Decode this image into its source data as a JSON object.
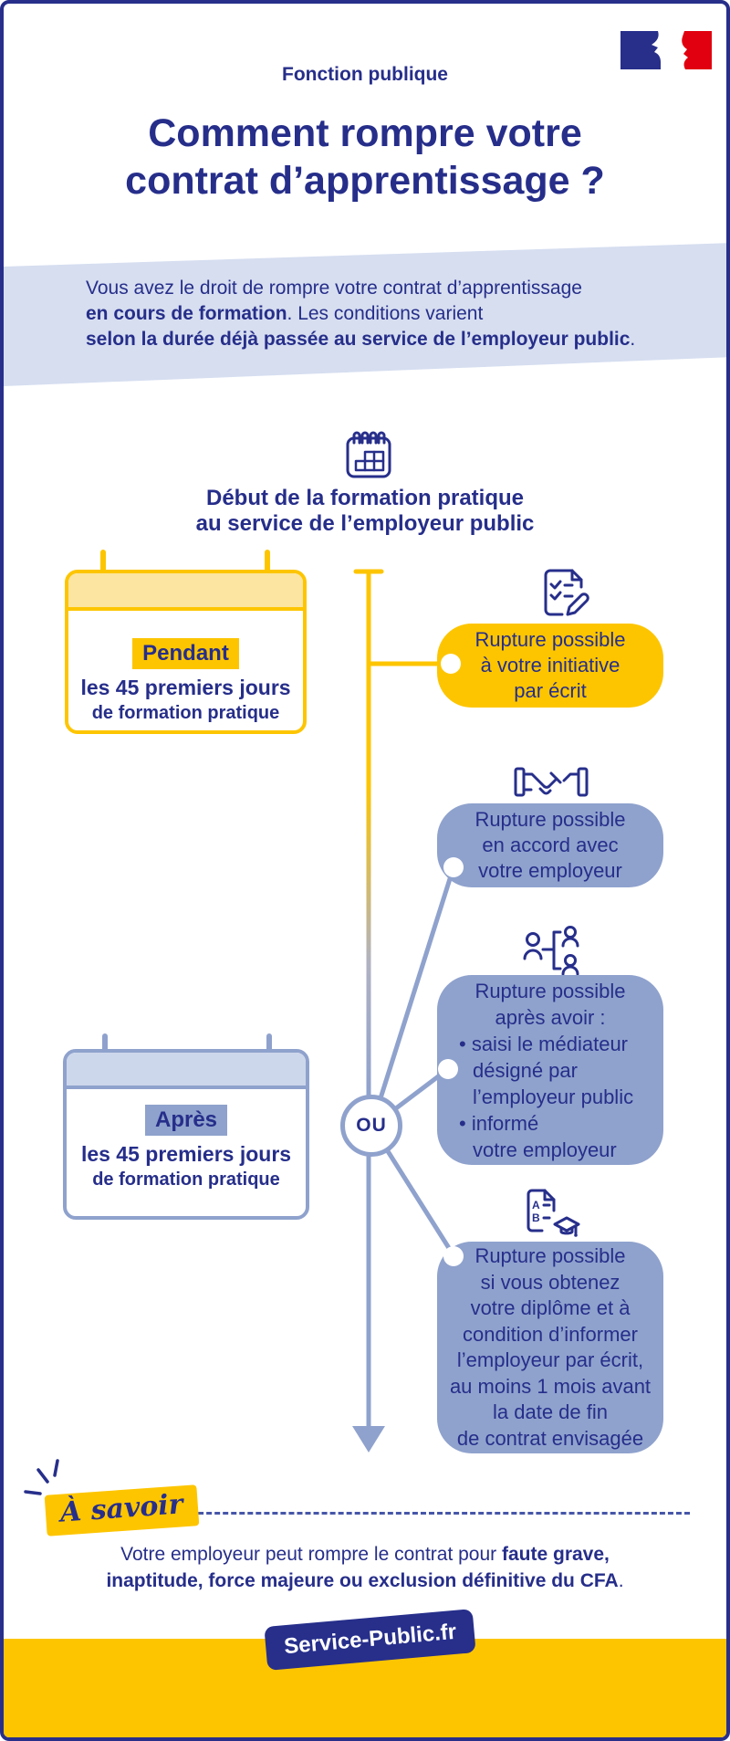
{
  "colors": {
    "dark_blue": "#272f8b",
    "text_blue": "#262e8a",
    "gold": "#fdc500",
    "light_gold": "#fbe5a0",
    "blue_gray": "#8fa2cd",
    "light_blue_gray": "#cdd7eb",
    "banner_lavender": "#d6def0",
    "flag_red": "#e1000f"
  },
  "header": {
    "eyebrow": "Fonction publique",
    "title_line1": "Comment rompre votre",
    "title_line2": "contrat d’apprentissage ?"
  },
  "intro": {
    "line1": "Vous avez le droit de rompre votre contrat d’apprentissage",
    "line2_bold": "en cours de formation",
    "line2_rest": ". Les conditions varient",
    "line3_bold": "selon la durée déjà passée au service de l’employeur public",
    "line3_rest": "."
  },
  "timeline": {
    "start_line1": "Début de la formation pratique",
    "start_line2": "au service de l’employeur public",
    "connector_label": "OU"
  },
  "period_pendant": {
    "highlight": "Pendant",
    "line1": "les 45 premiers jours",
    "line2": "de formation pratique"
  },
  "period_apres": {
    "highlight": "Après",
    "line1": "les 45 premiers jours",
    "line2": "de formation pratique"
  },
  "bubble_initiative": {
    "line1": "Rupture possible",
    "line2": "à votre initiative",
    "line3": "par écrit"
  },
  "bubble_accord": {
    "line1": "Rupture possible",
    "line2": "en accord avec",
    "line3": "votre employeur"
  },
  "bubble_mediateur": {
    "line1": "Rupture possible",
    "line2": "après avoir :",
    "bullet1": "• saisi le médiateur",
    "bullet1_cont1": "désigné par",
    "bullet1_cont2": "l’employeur public",
    "bullet2": "• informé",
    "bullet2_cont1": "votre employeur"
  },
  "bubble_diplome": {
    "line1": "Rupture possible",
    "line2": "si vous obtenez",
    "line3": "votre diplôme et à",
    "line4": "condition d’informer",
    "line5": "l’employeur par écrit,",
    "line6": "au moins 1 mois avant",
    "line7": "la date de fin",
    "line8": "de contrat envisagée"
  },
  "note": {
    "badge": "À savoir",
    "line1": "Votre employeur peut rompre le contrat pour ",
    "line1_bold": "faute grave,",
    "line2_bold": "inaptitude, force majeure ou exclusion définitive du CFA",
    "line2_rest": "."
  },
  "footer": {
    "brand": "Service-Public.fr"
  },
  "icons": {
    "logo": "french-republic-flag-icon",
    "start": "calendar-grid-icon",
    "initiative": "checklist-pencil-icon",
    "accord": "handshake-icon",
    "mediateur": "mediator-people-icon",
    "diplome": "diploma-grades-icon",
    "diploma_letter_a": "A",
    "diploma_letter_b": "B"
  }
}
